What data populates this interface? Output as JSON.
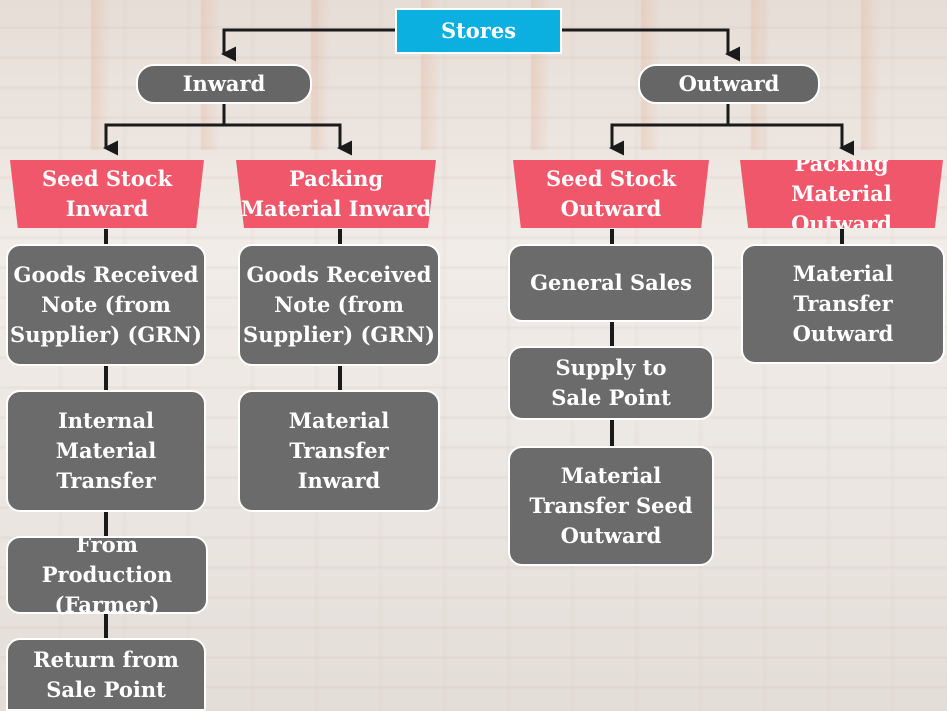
{
  "root": {
    "label": "Stores"
  },
  "branches": {
    "inward": {
      "label": "Inward"
    },
    "outward": {
      "label": "Outward"
    }
  },
  "categories": {
    "seed_stock_inward": {
      "line1": "Seed Stock",
      "line2": "Inward"
    },
    "packing_material_inward": {
      "line1": "Packing",
      "line2": "Material Inward"
    },
    "seed_stock_outward": {
      "line1": "Seed Stock",
      "line2": "Outward"
    },
    "packing_material_outward": {
      "line1": "Packing",
      "line2": "Material Outward"
    }
  },
  "items": {
    "grn_seed": {
      "line1": "Goods Received",
      "line2": "Note (from",
      "line3": "Supplier) (GRN)"
    },
    "internal_transfer": {
      "line1": "Internal",
      "line2": "Material",
      "line3": "Transfer"
    },
    "from_production": {
      "line1": "From Production",
      "line2": "(Farmer)"
    },
    "return_sale_point": {
      "line1": "Return from",
      "line2": "Sale Point"
    },
    "grn_packing": {
      "line1": "Goods Received",
      "line2": "Note (from",
      "line3": "Supplier) (GRN)"
    },
    "mt_inward": {
      "line1": "Material",
      "line2": "Transfer",
      "line3": "Inward"
    },
    "general_sales": {
      "line1": "General Sales"
    },
    "supply_sale_point": {
      "line1": "Supply to",
      "line2": "Sale Point"
    },
    "mt_seed_outward": {
      "line1": "Material",
      "line2": "Transfer Seed",
      "line3": "Outward"
    },
    "mt_outward": {
      "line1": "Material",
      "line2": "Transfer",
      "line3": "Outward"
    }
  },
  "colors": {
    "root_fill": "#0bb0e0",
    "branch_fill": "#666666",
    "category_fill": "#f1576a",
    "item_fill": "#6b6b6b",
    "connector": "#1a1a1a"
  }
}
